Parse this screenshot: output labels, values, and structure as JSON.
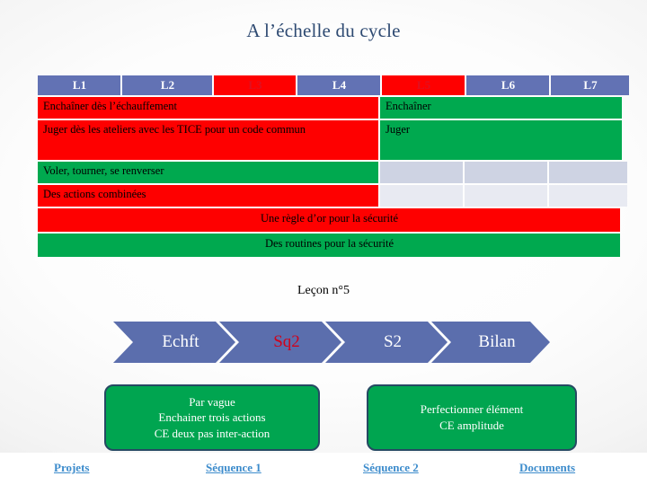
{
  "slide": {
    "title": "A l’échelle du cycle",
    "lesson_label": "Leçon n°5"
  },
  "table": {
    "headers": [
      {
        "label": "L1",
        "highlight": false
      },
      {
        "label": "L2",
        "highlight": false
      },
      {
        "label": "L3",
        "highlight": true
      },
      {
        "label": "L4",
        "highlight": false
      },
      {
        "label": "L5",
        "highlight": true
      },
      {
        "label": "L6",
        "highlight": false
      },
      {
        "label": "L7",
        "highlight": false
      }
    ],
    "rows": [
      {
        "left_text": "Enchaîner dès l’échauffement",
        "left_color": "#fe0000",
        "right_text": "Enchaîner",
        "right_color": "#00a94f"
      },
      {
        "left_text": "Juger dès les ateliers avec les TICE pour un code commun",
        "left_color": "#fe0000",
        "right_text": "Juger",
        "right_color": "#00a94f"
      },
      {
        "left_text": "Voler, tourner, se renverser",
        "left_color": "#00a94f",
        "right_text": "",
        "right_color": "#ced3e3"
      },
      {
        "left_text": "Des actions combinées",
        "left_color": "#fe0000",
        "right_text": "",
        "right_color": "#e8eaf2"
      }
    ],
    "full_rows": [
      {
        "text": "Une règle d’or pour la sécurité",
        "color": "#fe0000"
      },
      {
        "text": "Des routines pour la sécurité",
        "color": "#00a94f"
      }
    ]
  },
  "chevrons": [
    {
      "label": "Echft",
      "highlight": false
    },
    {
      "label": "Sq2",
      "highlight": true
    },
    {
      "label": "S2",
      "highlight": false
    },
    {
      "label": "Bilan",
      "highlight": false
    }
  ],
  "boxes": {
    "left": "Par vague\nEnchainer trois actions\nCE deux pas inter-action",
    "right": "Perfectionner élément\nCE amplitude"
  },
  "nav_links": [
    {
      "label": "Projets"
    },
    {
      "label": "Séquence 1"
    },
    {
      "label": "Séquence 2"
    },
    {
      "label": "Documents"
    }
  ],
  "colors": {
    "title": "#2e4a72",
    "header_fill": "#6272b4",
    "header_highlight": "#e01020",
    "red": "#fe0000",
    "green": "#00a94f",
    "chevron": "#5b6ead",
    "chevron_highlight": "#d0021b",
    "box_fill": "#00a550",
    "box_border": "#264963",
    "link": "#3d8ccc"
  }
}
